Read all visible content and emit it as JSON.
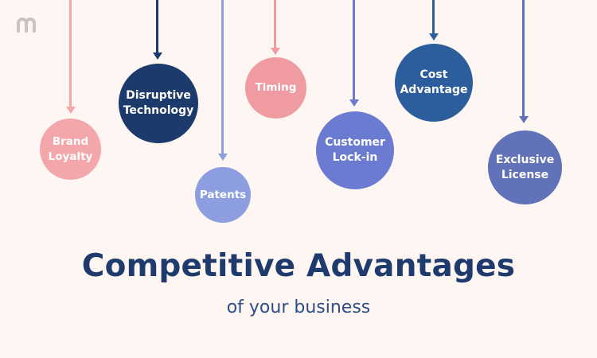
{
  "title": "Competitive Advantages",
  "subtitle": "of your business",
  "logo_icon": "brand-logo",
  "items": [
    {
      "label_line1": "Brand",
      "label_line2": "Loyalty",
      "color": "#f4a7ab"
    },
    {
      "label_line1": "Disruptive",
      "label_line2": "Technology",
      "color": "#1c3a6b"
    },
    {
      "label_line1": "Patents",
      "label_line2": "",
      "color": "#8c9ee0"
    },
    {
      "label_line1": "Timing",
      "label_line2": "",
      "color": "#f09aa1"
    },
    {
      "label_line1": "Customer",
      "label_line2": "Lock-in",
      "color": "#6c7bd2"
    },
    {
      "label_line1": "Cost",
      "label_line2": "Advantage",
      "color": "#2c5d9d"
    },
    {
      "label_line1": "Exclusive",
      "label_line2": "License",
      "color": "#6272b8"
    }
  ],
  "colors": {
    "background": "#fdf6f2",
    "title": "#1f3b6d",
    "subtitle": "#2e4f86"
  }
}
